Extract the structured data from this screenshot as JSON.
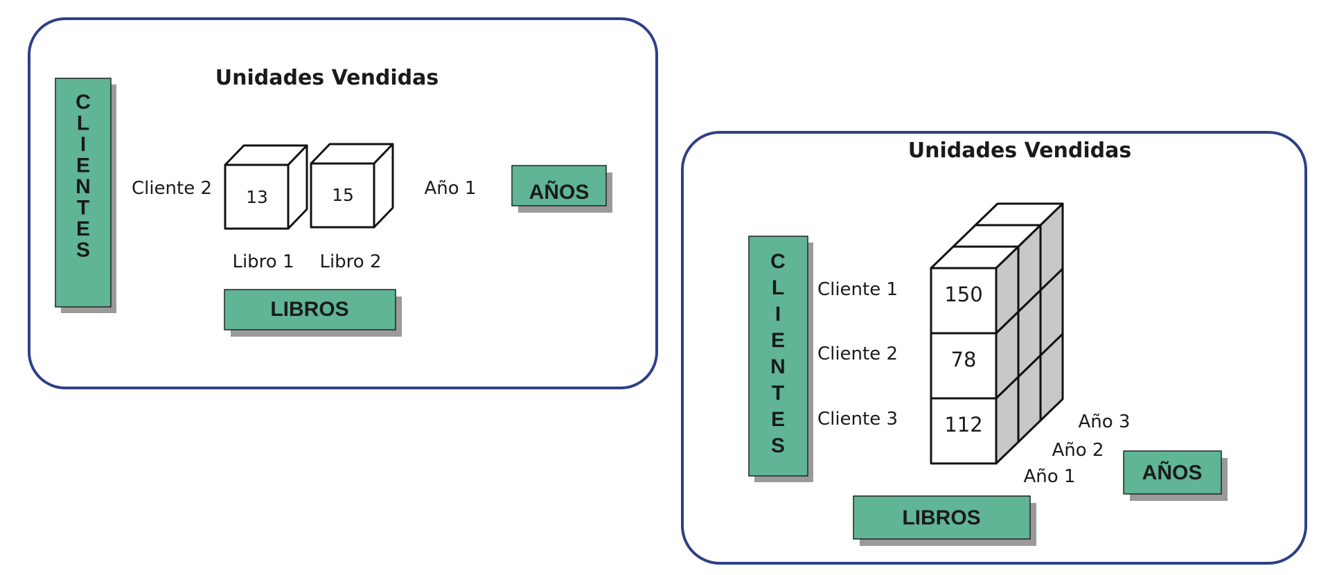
{
  "colors": {
    "panel_border": "#2e3f85",
    "box_fill": "#5fb594",
    "box_shadow": "#9a9a9a",
    "cube_side": "#c8c8c8",
    "stroke": "#111111"
  },
  "panel1": {
    "title": "Unidades Vendidas",
    "clientes_label": "CLIENTES",
    "cliente_label": "Cliente 2",
    "cells": [
      {
        "value": "13",
        "libro": "Libro 1"
      },
      {
        "value": "15",
        "libro": "Libro 2"
      }
    ],
    "anio_label": "Año 1",
    "anos_box": "AÑOS",
    "libros_box": "LIBROS"
  },
  "panel2": {
    "title": "Unidades Vendidas",
    "clientes_label": "CLIENTES",
    "rows": [
      {
        "cliente": "Cliente 1",
        "value": "150"
      },
      {
        "cliente": "Cliente 2",
        "value": "78"
      },
      {
        "cliente": "Cliente 3",
        "value": "112"
      }
    ],
    "anios": [
      "Año 1",
      "Año 2",
      "Año 3"
    ],
    "anos_box": "AÑOS",
    "libros_box": "LIBROS"
  }
}
